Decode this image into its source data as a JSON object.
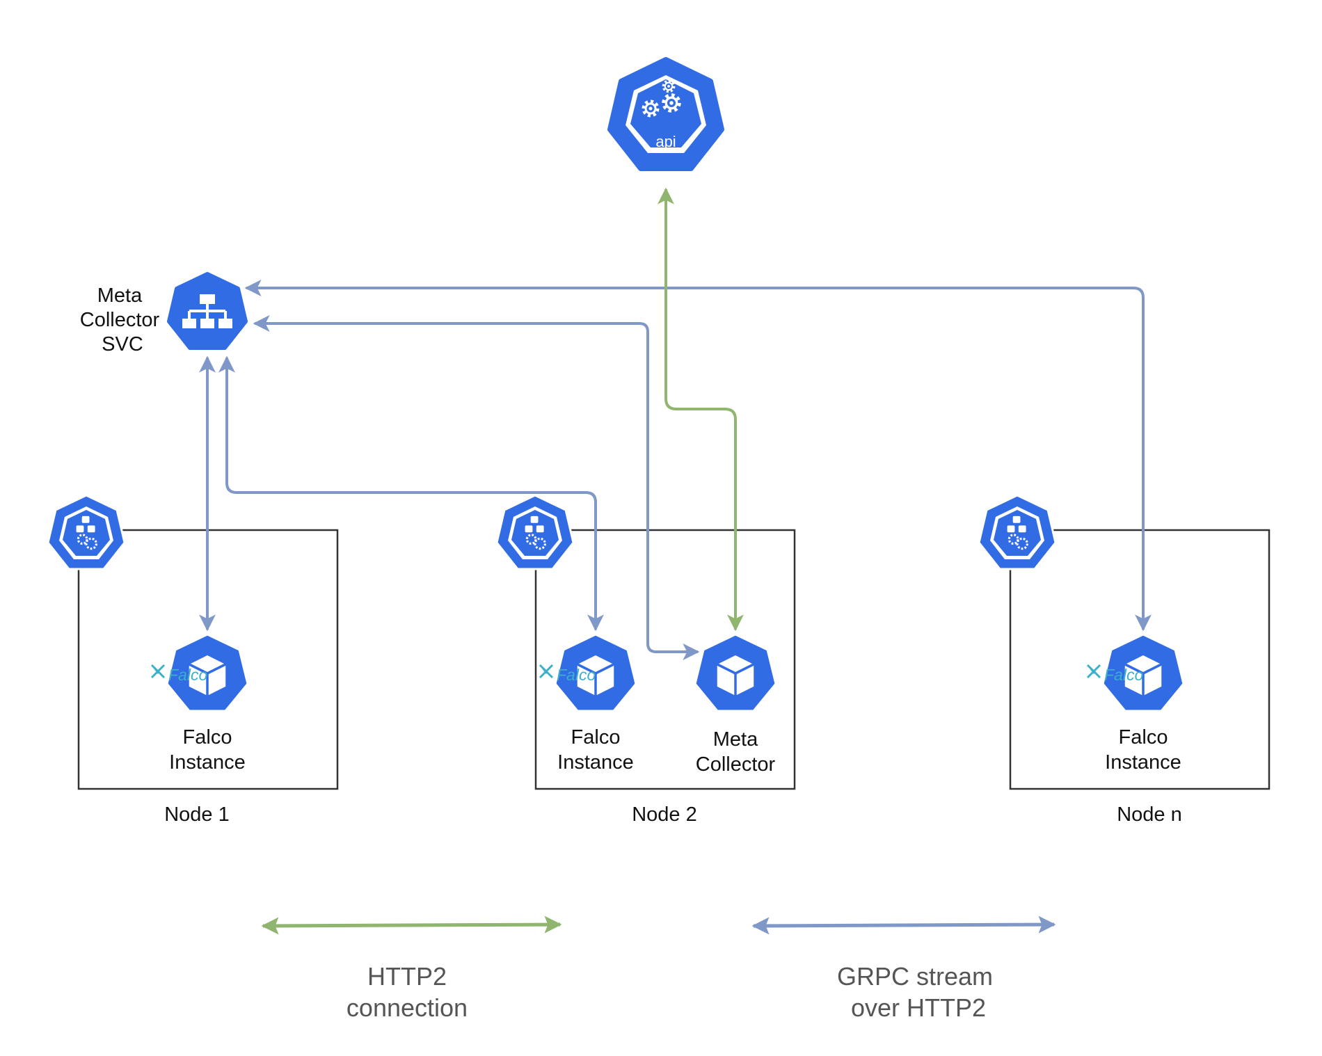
{
  "colors": {
    "k8s_blue": "#326ce5",
    "grpc_arrow": "#7f98c8",
    "http2_arrow": "#8fb56f",
    "node_border": "#333333",
    "falco_logo": "#3bb0c9"
  },
  "icons": {
    "api_server": "kubernetes-api-icon",
    "service": "kubernetes-svc-icon",
    "node": "kubernetes-node-icon",
    "pod": "kubernetes-pod-icon",
    "falco": "falco-logo"
  },
  "api": {
    "label": "api"
  },
  "svc": {
    "label_line1": "Meta",
    "label_line2": "Collector",
    "label_line3": "SVC"
  },
  "nodes": [
    {
      "label": "Node 1",
      "pods": [
        {
          "logo": "Falco",
          "label_line1": "Falco",
          "label_line2": "Instance"
        }
      ]
    },
    {
      "label": "Node 2",
      "pods": [
        {
          "logo": "Falco",
          "label_line1": "Falco",
          "label_line2": "Instance"
        },
        {
          "label_line1": "Meta",
          "label_line2": "Collector"
        }
      ]
    },
    {
      "label": "Node n",
      "pods": [
        {
          "logo": "Falco",
          "label_line1": "Falco",
          "label_line2": "Instance"
        }
      ]
    }
  ],
  "legend": {
    "http2": {
      "line1": "HTTP2",
      "line2": "connection"
    },
    "grpc": {
      "line1": "GRPC stream",
      "line2": "over HTTP2"
    }
  }
}
